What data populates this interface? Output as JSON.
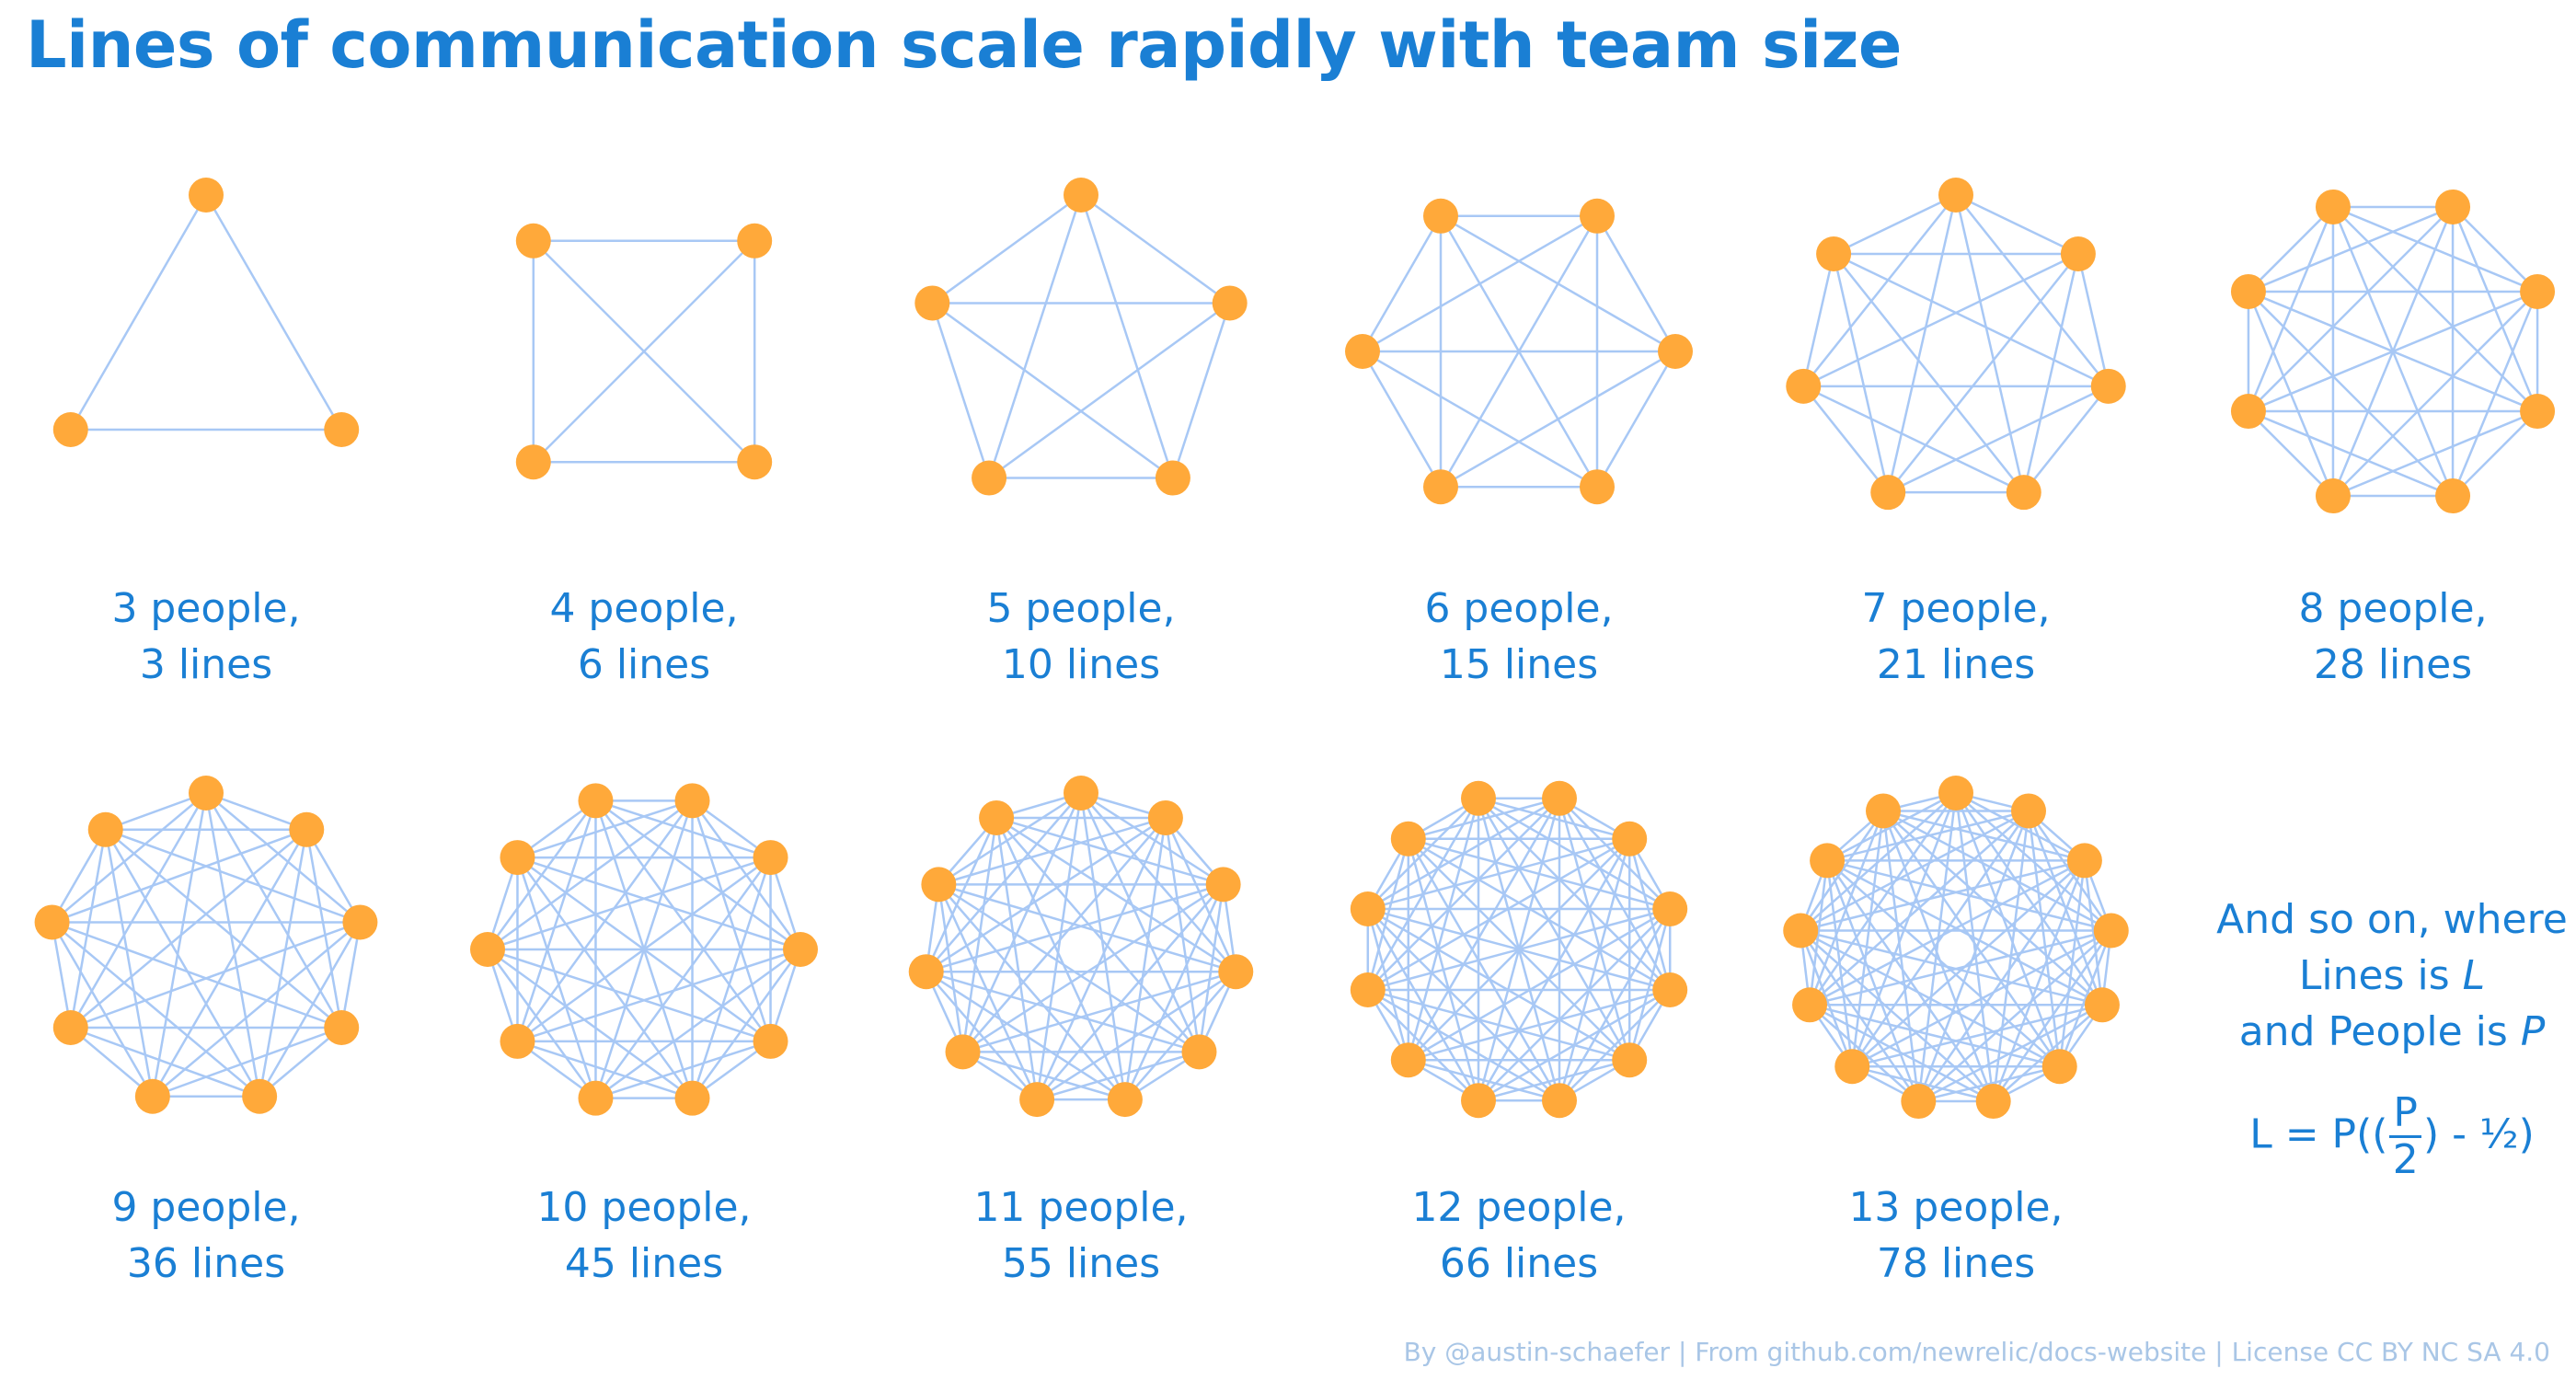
{
  "title": "Lines of communication scale rapidly with team size",
  "graphs": [
    {
      "people": 3,
      "line1": "3 people,",
      "line2": "3 lines"
    },
    {
      "people": 4,
      "line1": "4 people,",
      "line2": "6 lines"
    },
    {
      "people": 5,
      "line1": "5 people,",
      "line2": "10 lines"
    },
    {
      "people": 6,
      "line1": "6 people,",
      "line2": "15 lines"
    },
    {
      "people": 7,
      "line1": "7 people,",
      "line2": "21 lines"
    },
    {
      "people": 8,
      "line1": "8 people,",
      "line2": "28 lines"
    },
    {
      "people": 9,
      "line1": "9 people,",
      "line2": "36 lines"
    },
    {
      "people": 10,
      "line1": "10 people,",
      "line2": "45 lines"
    },
    {
      "people": 11,
      "line1": "11 people,",
      "line2": "55 lines"
    },
    {
      "people": 12,
      "line1": "12 people,",
      "line2": "66 lines"
    },
    {
      "people": 13,
      "line1": "13 people,",
      "line2": "78 lines"
    }
  ],
  "note": {
    "line1": "And so on, where",
    "line2_prefix": "Lines is ",
    "line2_var": "L",
    "line3_prefix": "and People is ",
    "line3_var": "P"
  },
  "formula": {
    "prefix": "L = P((",
    "numerator": "P",
    "denominator": "2",
    "suffix": ") - ½)"
  },
  "footer": "By @austin-schaefer | From github.com/newrelic/docs-website | License CC BY NC SA 4.0",
  "colors": {
    "title": "#1a7fd4",
    "node": "#ffa93a",
    "edge": "#a8c8f5",
    "footer": "#a9c6e6"
  }
}
